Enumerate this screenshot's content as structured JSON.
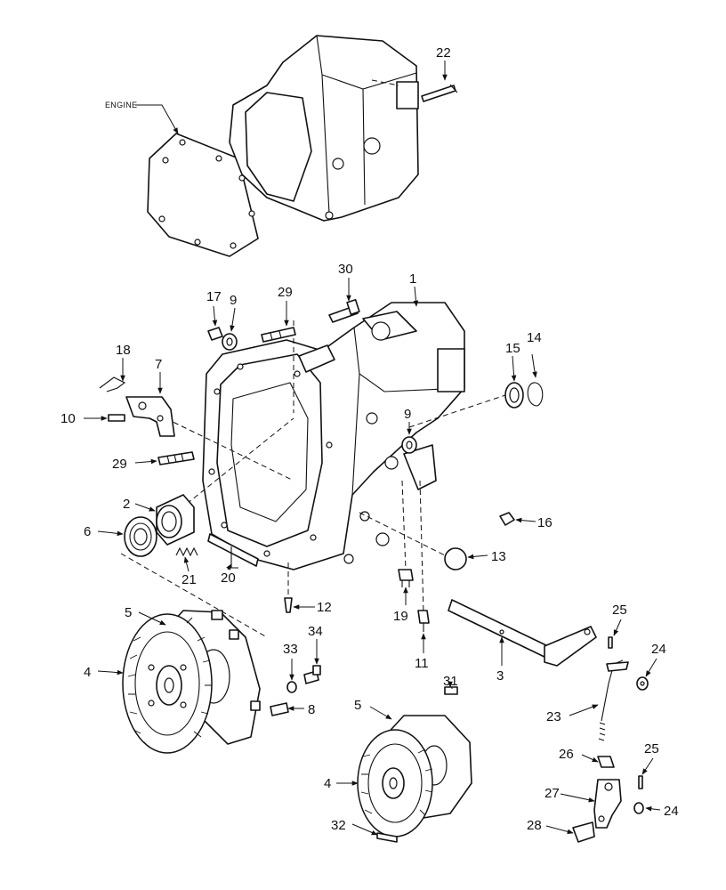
{
  "labels": {
    "engine": "ENGINE",
    "p1": "1",
    "p2": "2",
    "p3": "3",
    "p4a": "4",
    "p4b": "4",
    "p5a": "5",
    "p5b": "5",
    "p6": "6",
    "p7": "7",
    "p8": "8",
    "p9a": "9",
    "p9b": "9",
    "p10": "10",
    "p11": "11",
    "p12": "12",
    "p13": "13",
    "p14": "14",
    "p15": "15",
    "p16": "16",
    "p17": "17",
    "p18": "18",
    "p19": "19",
    "p20": "20",
    "p21": "21",
    "p22": "22",
    "p23": "23",
    "p24a": "24",
    "p24b": "24",
    "p25a": "25",
    "p25b": "25",
    "p26": "26",
    "p27": "27",
    "p28": "28",
    "p29a": "29",
    "p29b": "29",
    "p30": "30",
    "p31": "31",
    "p32": "32",
    "p33": "33",
    "p34": "34"
  }
}
